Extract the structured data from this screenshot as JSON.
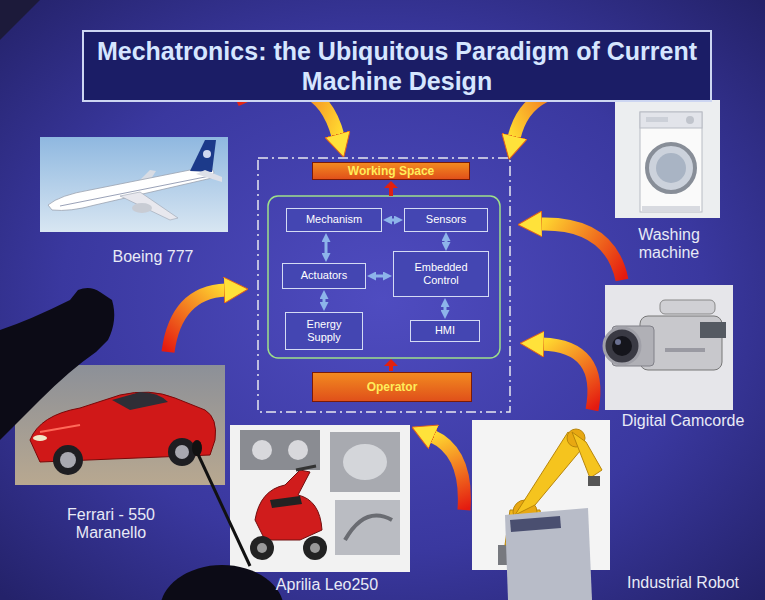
{
  "diagram": {
    "title": "Mechatronics: the Ubiquitous Paradigm of Current Machine Design",
    "nodes": [
      {
        "text": [
          "Working Space"
        ]
      },
      {
        "text": [
          "Mechanism"
        ]
      },
      {
        "text": [
          "Sensors"
        ]
      },
      {
        "text": [
          "Actuators"
        ]
      },
      {
        "text": [
          "Embedded Control"
        ]
      },
      {
        "text": [
          "Energy Supply"
        ]
      },
      {
        "text": [
          "HMI"
        ]
      },
      {
        "text": [
          "Operator"
        ]
      }
    ],
    "edges": [
      {
        "from": 1,
        "to": 2,
        "arrow": "both"
      },
      {
        "from": 1,
        "to": 3,
        "arrow": "both"
      },
      {
        "from": 2,
        "to": 4,
        "arrow": "both"
      },
      {
        "from": 3,
        "to": 4,
        "arrow": "both"
      },
      {
        "from": 3,
        "to": 5,
        "arrow": "both"
      },
      {
        "from": 4,
        "to": 6,
        "arrow": "both"
      }
    ],
    "labels": [
      "Boeing 777",
      "Washing machine",
      "Digital Camcorde",
      "Ferrari - 550 Maranello",
      "Aprilia Leo250",
      "Industrial Robot"
    ]
  }
}
